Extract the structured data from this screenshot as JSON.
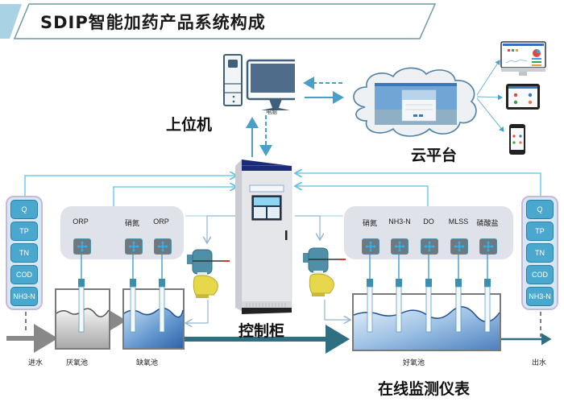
{
  "title": "SDIP智能加药产品系统构成",
  "labels": {
    "upper_computer": "上位机",
    "computer_caption": "电脑",
    "cloud_platform": "云平台",
    "control_cabinet": "控制柜",
    "online_instruments": "在线监测仪表"
  },
  "inlet_meters": [
    "Q",
    "TP",
    "TN",
    "COD",
    "NH3-N"
  ],
  "outlet_meters": [
    "Q",
    "TP",
    "TN",
    "COD",
    "NH3-N"
  ],
  "left_sensor_panel": {
    "sensors": [
      "ORP",
      "硝氮",
      "ORP"
    ]
  },
  "right_sensor_panel": {
    "sensors": [
      "硝氮",
      "NH3-N",
      "DO",
      "MLSS",
      "磷酸盐"
    ]
  },
  "process": {
    "inlet": "进水",
    "anaerobic_tank": "厌氧池",
    "anoxic_tank": "缺氧池",
    "aerobic_tank": "好氧池",
    "outlet": "出水"
  },
  "devices": [
    "desktop-monitor",
    "tablet",
    "phone"
  ],
  "colors": {
    "accent_blue": "#5bc2e7",
    "title_bar": "#a9d3e5",
    "pipe": "#2e6f82",
    "water": "#3f7fc0",
    "meter_cell": "#4aa8cf",
    "cabinet_top": "#1c2a7a"
  }
}
